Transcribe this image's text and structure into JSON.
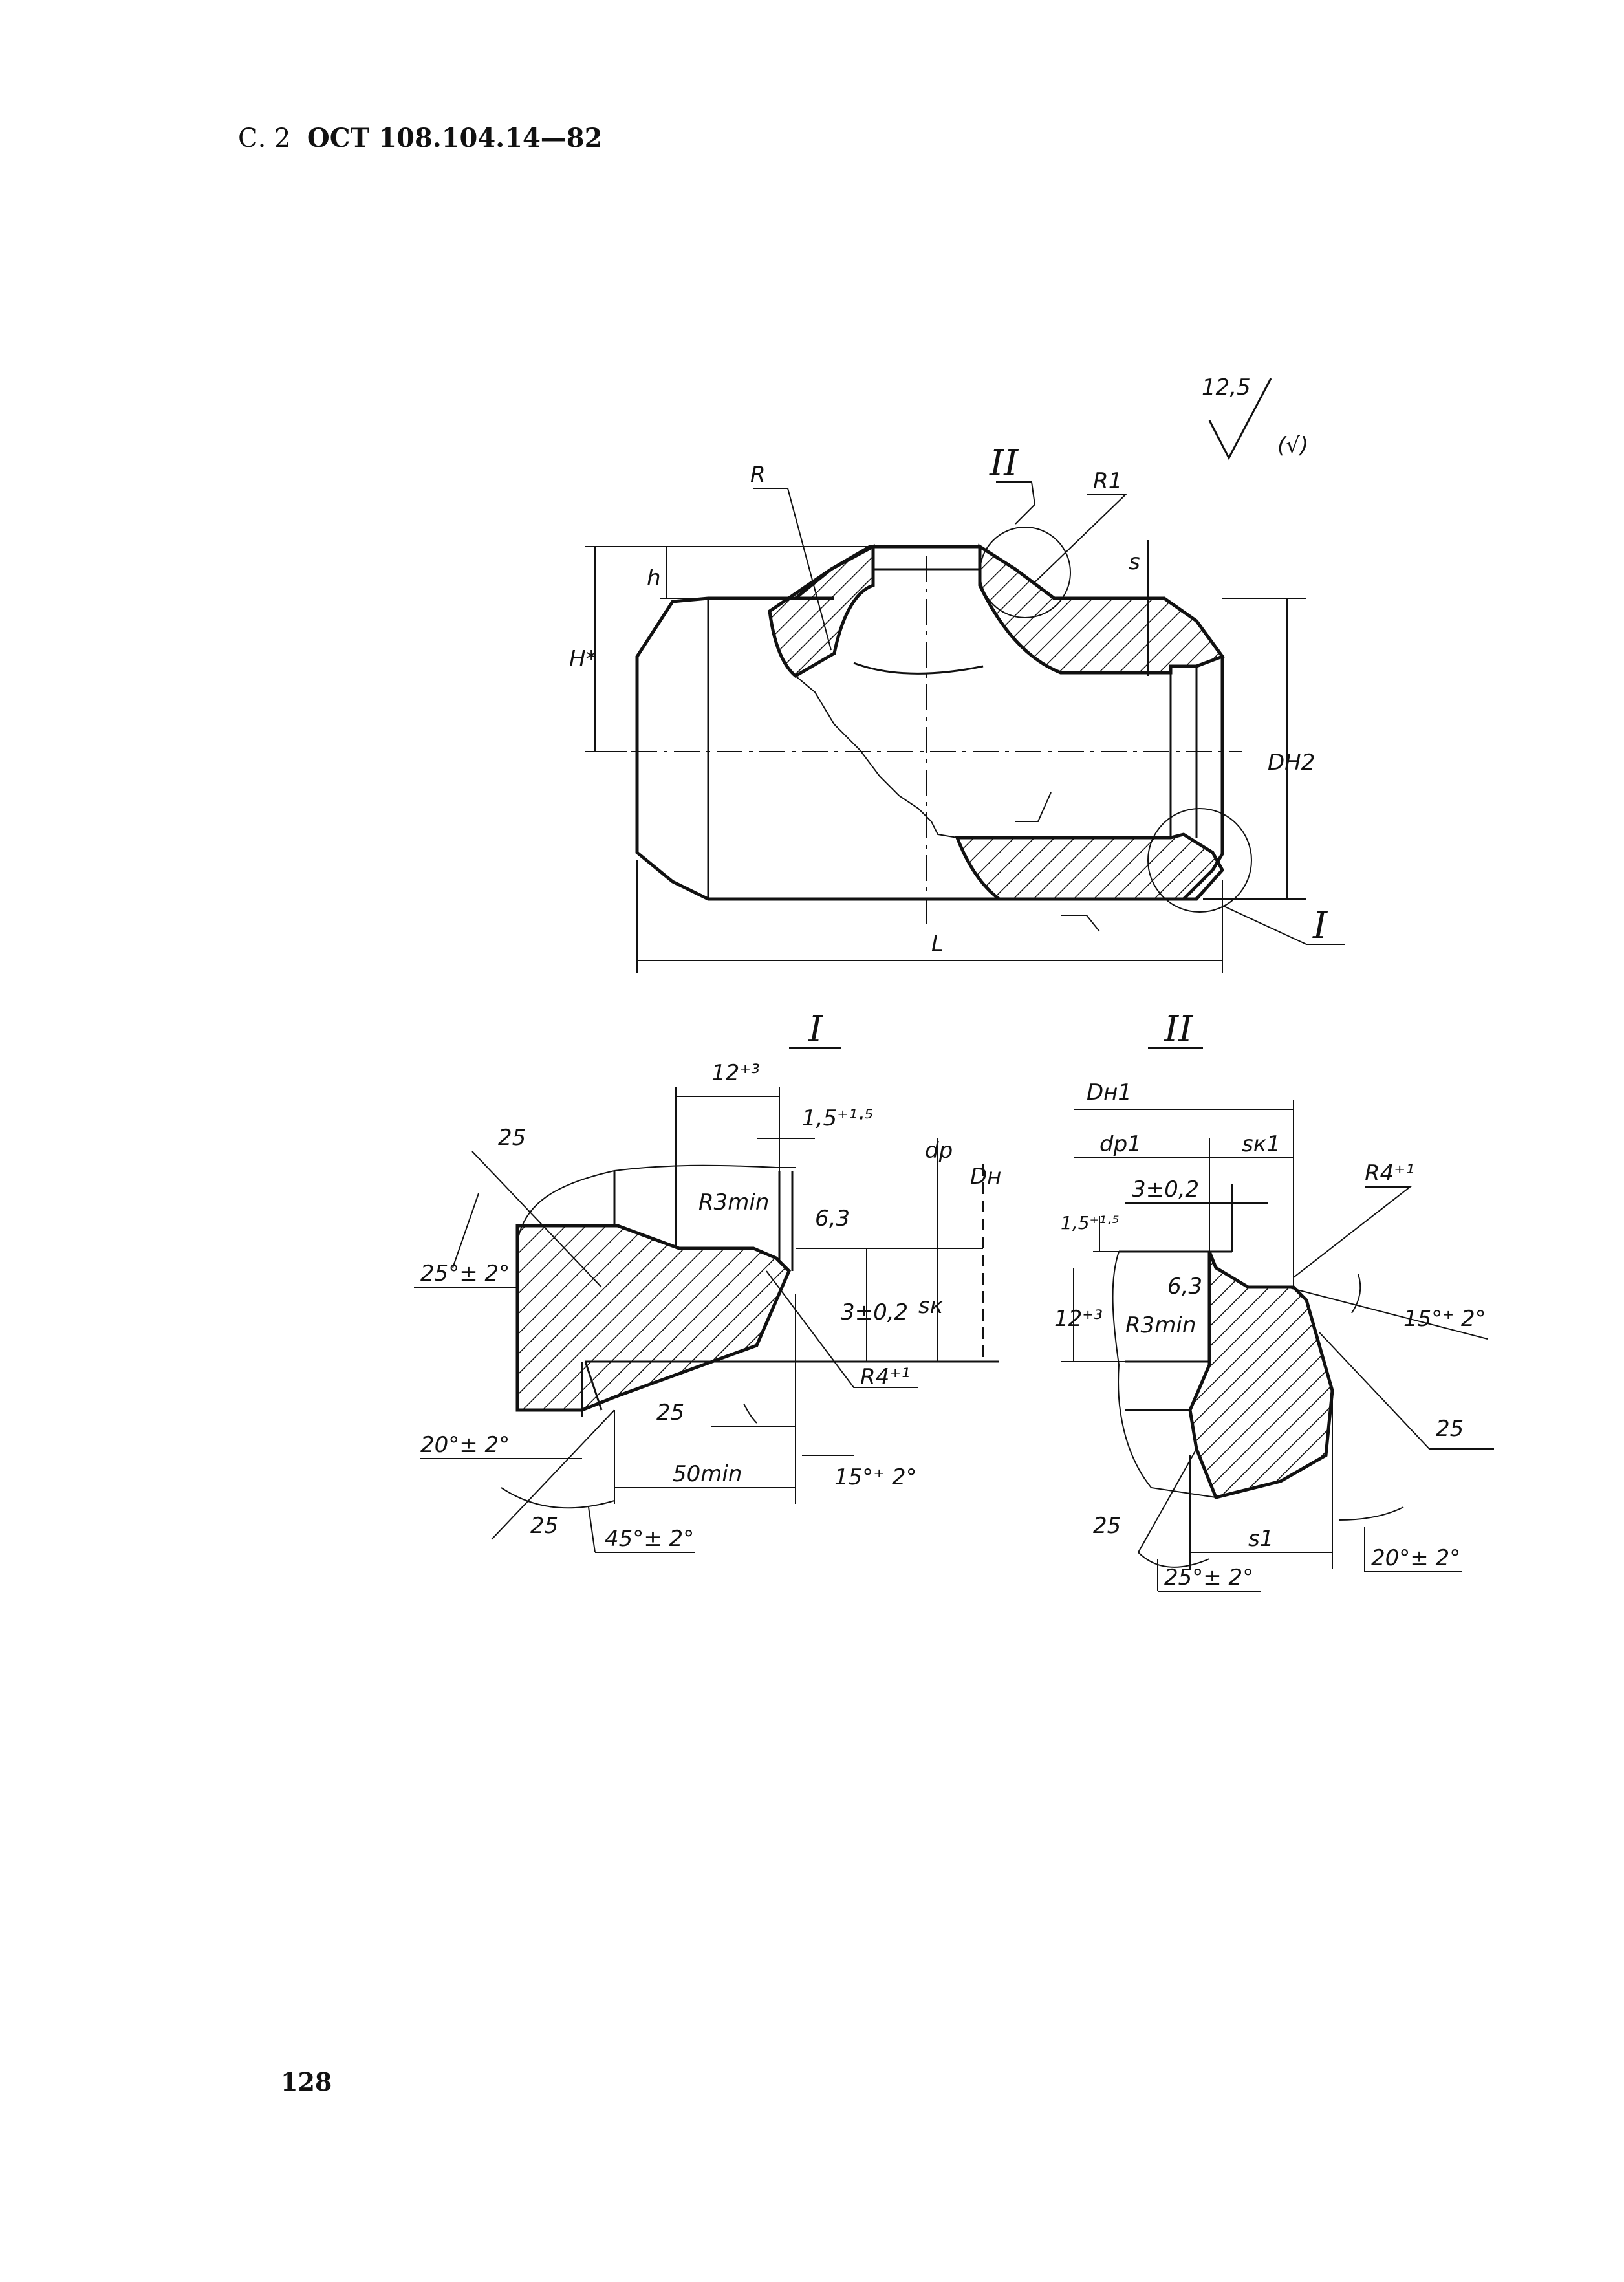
{
  "header": {
    "page": "С. 2",
    "standard": "ОСТ 108.104.14—82"
  },
  "page_number": "128",
  "roughness": {
    "value": "12,5",
    "other": "(√)"
  },
  "main_view": {
    "labels": {
      "R": "R",
      "R1": "R1",
      "h": "h",
      "H": "H*",
      "s": "s",
      "DH2": "DH2",
      "L": "L",
      "view1": "I",
      "view2": "II"
    }
  },
  "detail_I": {
    "title": "I",
    "labels": {
      "d12": "12⁺³",
      "d15": "1,5⁺¹·⁵",
      "dp": "dр",
      "dn": "Dн",
      "r3": "R3min",
      "r63": "6,3",
      "d3": "3±0,2",
      "sk": "sк",
      "r4": "R4⁺¹",
      "rough25a": "25",
      "rough25b": "25",
      "rough25c": "25",
      "a25": "25°± 2°",
      "a20": "20°± 2°",
      "d50": "50min",
      "a15": "15°⁺ 2°",
      "a45": "45°± 2°"
    }
  },
  "detail_II": {
    "title": "II",
    "labels": {
      "dn1": "Dн1",
      "dp1": "dр1",
      "sk1": "sк1",
      "d3": "3±0,2",
      "d15": "1,5⁺¹·⁵",
      "r4": "R4⁺¹",
      "r63": "6,3",
      "d12": "12⁺³",
      "r3": "R3min",
      "a15": "15°⁺ 2°",
      "rough25a": "25",
      "rough25b": "25",
      "a25": "25°± 2°",
      "s1": "s1",
      "a20": "20°± 2°"
    }
  }
}
